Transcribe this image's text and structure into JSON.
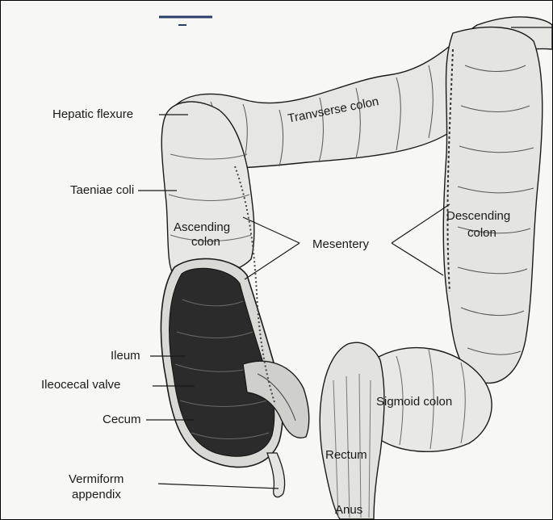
{
  "labels": {
    "hepatic_flexure": "Hepatic flexure",
    "transverse_colon": "Tranvserse colon",
    "taeniae_coli": "Taeniae coli",
    "ascending_colon_1": "Ascending",
    "ascending_colon_2": "colon",
    "mesentery": "Mesentery",
    "descending_colon_1": "Descending",
    "descending_colon_2": "colon",
    "ileum": "Ileum",
    "ileocecal_valve": "Ileocecal valve",
    "cecum": "Cecum",
    "sigmoid_colon": "Sigmoid colon",
    "rectum": "Rectum",
    "anus": "Anus",
    "vermiform_appendix_1": "Vermiform",
    "vermiform_appendix_2": "appendix"
  },
  "colors": {
    "line": "#1a1a1a",
    "organ_fill": "#e9e9e6",
    "organ_shade": "#bdbdb8",
    "dark_lumen": "#2b2b2b"
  }
}
